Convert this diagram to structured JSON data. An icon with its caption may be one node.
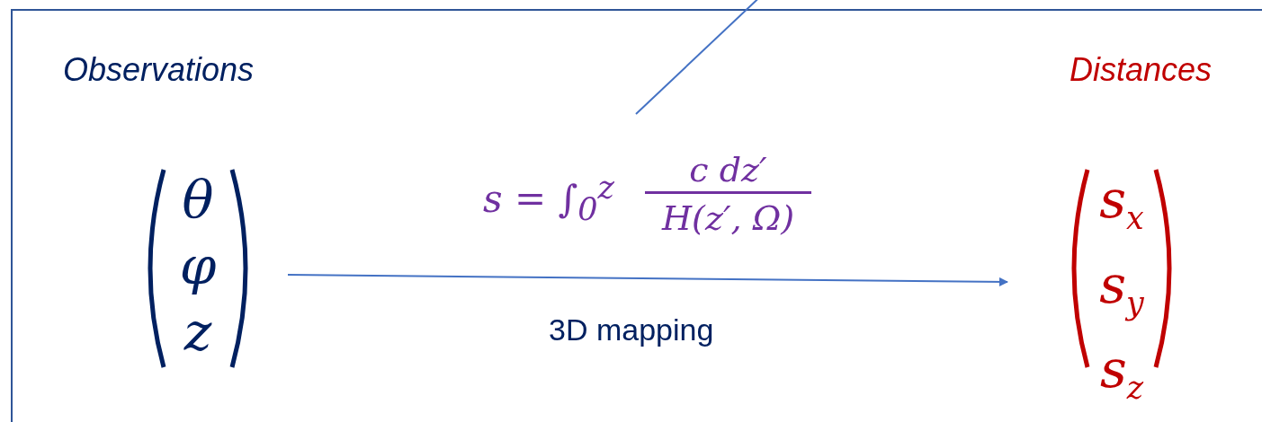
{
  "diagram": {
    "nodes": [
      {
        "text": [],
        "shape": "box"
      },
      {
        "text": [
          "Observations",
          "θ φ z"
        ],
        "in": 0
      },
      {
        "text": [
          "s = ∫$_{0}$$^{z}$",
          "c dz′",
          "H(z′, Ω)"
        ],
        "in": 0
      },
      {
        "text": [
          "Distances",
          "s$_{x}$ s$_{y}$ s$_{z}$"
        ],
        "in": 0
      }
    ],
    "edges": [
      {
        "from": 1,
        "to": 3,
        "arrow": "to",
        "label": "3D mapping"
      },
      {
        "from": 2,
        "to": null,
        "arrow": "none"
      }
    ]
  }
}
